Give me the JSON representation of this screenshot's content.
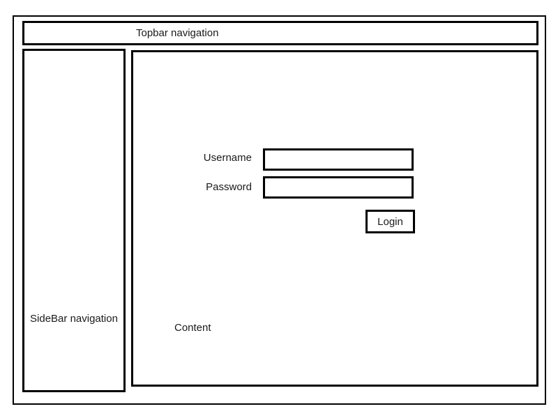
{
  "topbar": {
    "label": "Topbar navigation"
  },
  "sidebar": {
    "label": "SideBar navigation"
  },
  "content": {
    "label": "Content",
    "form": {
      "username_label": "Username",
      "username_value": "",
      "password_label": "Password",
      "password_value": "",
      "login_label": "Login"
    }
  },
  "colors": {
    "border": "#000000",
    "background": "#ffffff",
    "text": "#1a1a1a"
  }
}
